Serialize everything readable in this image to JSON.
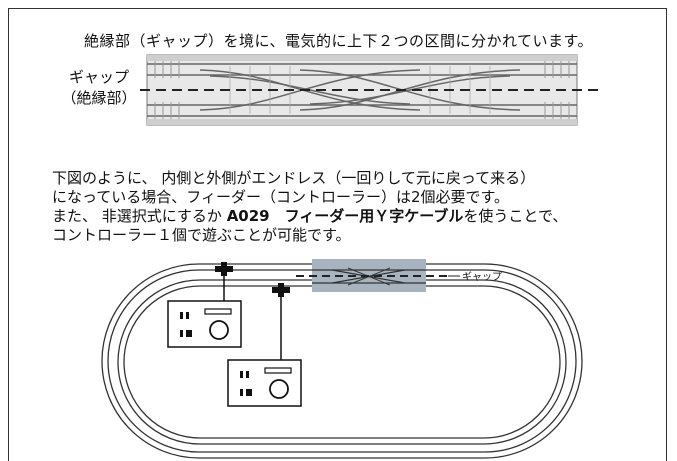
{
  "header": {
    "caption": "絶縁部（ギャップ）を境に、電気的に上下２つの区間に分かれています。"
  },
  "gap_label": {
    "line1": "ギャップ",
    "line2": "（絶縁部）"
  },
  "paragraph": {
    "line1": "下図のように、 内側と外側がエンドレス（一回りして元に戻って来る）",
    "line2": "になっている場合、フィーダー（コントローラー）は2個必要です。",
    "line3_pre": "また、 非選択式にするか ",
    "line3_bold": "A029　フィーダー用Ｙ字ケーブル",
    "line3_post": "を使うことで、",
    "line4": "コントローラー１個で遊ぶことが可能です。"
  },
  "layout_diagram": {
    "gap_tag": "ギャップ"
  }
}
